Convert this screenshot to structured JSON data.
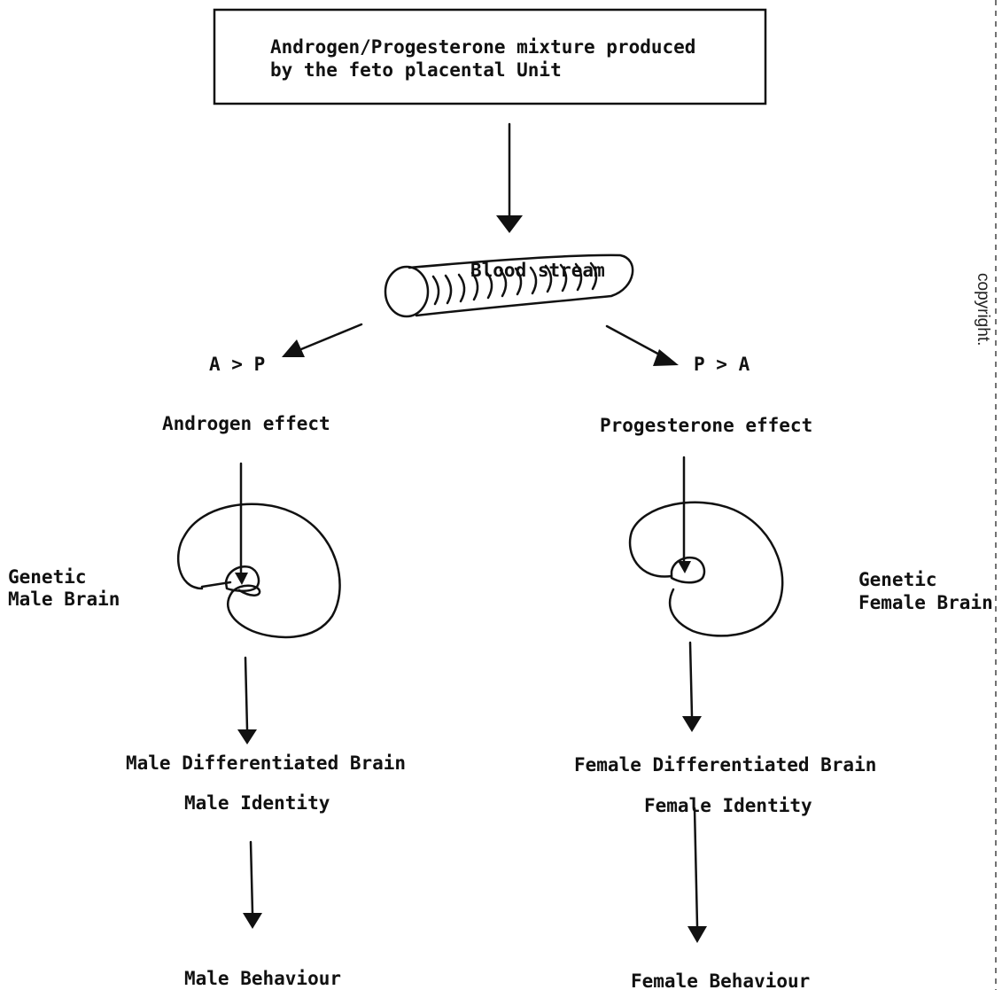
{
  "source_box": {
    "line1": "Androgen/Progesterone mixture produced",
    "line2": "by the feto placental Unit"
  },
  "vessel": {
    "label": "Blood stream"
  },
  "left": {
    "ratio": "A > P",
    "effect": "Androgen effect",
    "brain_label_1": "Genetic",
    "brain_label_2": "Male Brain",
    "differentiated": "Male Differentiated Brain",
    "identity": "Male Identity",
    "behaviour": "Male Behaviour"
  },
  "right": {
    "ratio": "P > A",
    "effect": "Progesterone effect",
    "brain_label_1": "Genetic",
    "brain_label_2": "Female Brain",
    "differentiated": "Female Differentiated Brain",
    "identity": "Female Identity",
    "behaviour": "Female Behaviour"
  },
  "margin_text": "copyright."
}
